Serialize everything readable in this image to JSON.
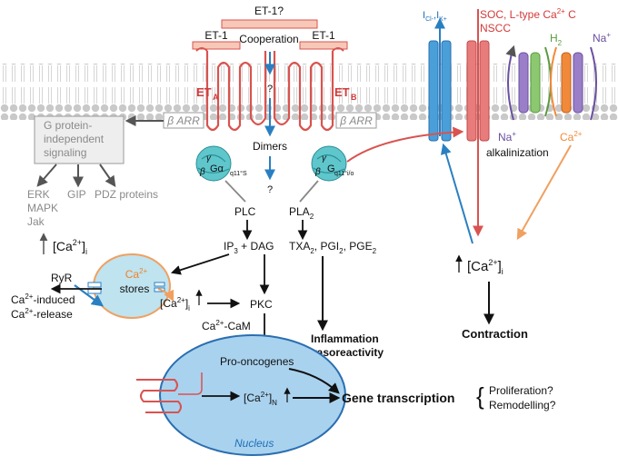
{
  "labels": {
    "et1_top": "ET-1?",
    "et1_left": "ET-1",
    "et1_right": "ET-1",
    "cooperation": "Cooperation",
    "eta_main": "ET",
    "eta_sub": "A",
    "etb_main": "ET",
    "etb_sub": "B",
    "question1": "?",
    "question2": "?",
    "dimers": "Dimers",
    "barr_left": "β ARR",
    "barr_right": "β ARR",
    "gprotein_line1": "G protein-",
    "gprotein_line2": "independent",
    "gprotein_line3": "signaling",
    "erk": "ERK",
    "mapk": "MAPK",
    "jak": "Jak",
    "gip": "GIP",
    "pdz": "PDZ proteins",
    "ca_i_left": "[Ca",
    "ca_i_left_sup": "2+",
    "ca_i_left_end": "]",
    "ca_i_left_sub": "i",
    "ryr": "RyR",
    "ca_stores_ca": "Ca",
    "ca_stores_sup": "2+",
    "ca_stores": "stores",
    "cicr_line1_a": "Ca",
    "cicr_line1_sup": "2+",
    "cicr_line1_b": "-induced",
    "cicr_line2_a": "Ca",
    "cicr_line2_sup": "2+",
    "cicr_line2_b": "-release",
    "g_left_gamma": "γ",
    "g_left_beta": "β",
    "g_left_alpha": "Gα",
    "g_left_sub": "q11°S",
    "g_right_gamma": "γ",
    "g_right_beta": "β",
    "g_right_g": "G",
    "g_right_sub": "q11°i/o",
    "plc": "PLC",
    "pla2": "PLA",
    "pla2_sub": "2",
    "ip3_dag_a": "IP",
    "ip3_dag_sub": "3",
    "ip3_dag_b": " + DAG",
    "txa2_a": "TXA",
    "txa2_sub": "2",
    "pgi2_a": ", PGI",
    "pgi2_sub": "2",
    "pge2_a": ", PGE",
    "pge2_sub": "2",
    "ca_i_mid": "[Ca",
    "ca_i_mid_sup": "2+",
    "ca_i_mid_end": "]",
    "ca_i_mid_sub": "i",
    "pkc": "PKC",
    "cacam_a": "Ca",
    "cacam_sup": "2+",
    "cacam_b": "-CaM",
    "inflammation_line1": "Inflammation",
    "inflammation_line2": "vasoreactivity",
    "pro_oncogenes": "Pro-oncogenes",
    "ca_n": "[Ca",
    "ca_n_sup": "2+",
    "ca_n_end": "]",
    "ca_n_sub": "N",
    "gene_transcription": "Gene transcription",
    "nucleus": "Nucleus",
    "proliferation": "Proliferation?",
    "remodelling": "Remodelling?",
    "icl_a": "I",
    "icl_sub": "Cl-",
    "ik_a": "I",
    "ik_sub": "K+",
    "soc_line1": "SOC, L-type Ca",
    "soc_sup": "2+",
    "soc_line1_end": " C",
    "soc_line2": "NSCC",
    "h2_a": "H",
    "h2_sub": "2",
    "na_plus_top": "Na",
    "na_plus_top_sup": "+",
    "na_plus_bottom": "Na",
    "na_plus_bottom_sup": "+",
    "ca_plus_bottom": "Ca",
    "ca_plus_bottom_sup": "2+",
    "alkalinization": "alkalinization",
    "ca_i_right": "[Ca",
    "ca_i_right_sup": "2+",
    "ca_i_right_end": "]",
    "ca_i_right_sub": "i",
    "contraction": "Contraction"
  },
  "colors": {
    "receptor": "#d9534f",
    "receptor_fill": "#f7c8b8",
    "membrane_head": "#c9c9c9",
    "gprotein": "#5fc6cc",
    "blue_arrow": "#2a7fc1",
    "orange": "#f0a060",
    "ca_stores": "#bfe3ef",
    "nucleus": "#a9d2ef",
    "channel_blue": "#4a9fd8",
    "channel_red": "#e87b7b",
    "exchanger_green": "#8cc870",
    "exchanger_orange": "#f08a3a",
    "exchanger_purple": "#9a7fc8",
    "text_red": "#d33a3a",
    "text_purple": "#6a4fa0"
  }
}
